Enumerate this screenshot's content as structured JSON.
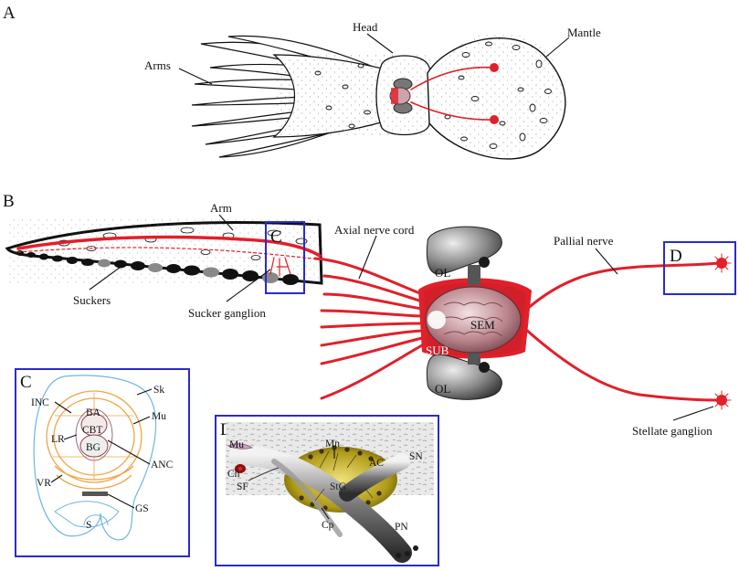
{
  "panels": {
    "a": {
      "letter": "A",
      "labels": {
        "arms": "Arms",
        "head": "Head",
        "mantle": "Mantle"
      }
    },
    "b": {
      "letter": "B",
      "labels": {
        "arm": "Arm",
        "suckers": "Suckers",
        "sucker_ganglion": "Sucker ganglion",
        "axial_nerve_cord": "Axial nerve cord",
        "pallial_nerve": "Pallial nerve",
        "stellate_ganglion": "Stellate ganglion",
        "ol": "OL",
        "sem": "SEM",
        "sub": "SUB",
        "inset_c": "C",
        "inset_d": "D"
      }
    },
    "c": {
      "letter": "C",
      "labels": {
        "sk": "Sk",
        "inc": "INC",
        "ba": "BA",
        "mu": "Mu",
        "cbt": "CBT",
        "lr": "LR",
        "bg": "BG",
        "anc": "ANC",
        "vr": "VR",
        "gs": "GS",
        "s": "S"
      }
    },
    "d": {
      "letter": "D",
      "labels": {
        "mu": "Mu",
        "mn": "Mn",
        "sn": "SN",
        "ac": "AC",
        "ch": "Ch",
        "sf": "SF",
        "stg": "StG",
        "cp": "Cp",
        "pn": "PN"
      }
    }
  },
  "colors": {
    "nerve": "#e0202a",
    "outline": "#111111",
    "frame": "#2a2ad0",
    "skin": "#6fb6e0",
    "muscle": "#f0a545",
    "ganglion": "#b09a18",
    "brain": "#b9838a"
  }
}
